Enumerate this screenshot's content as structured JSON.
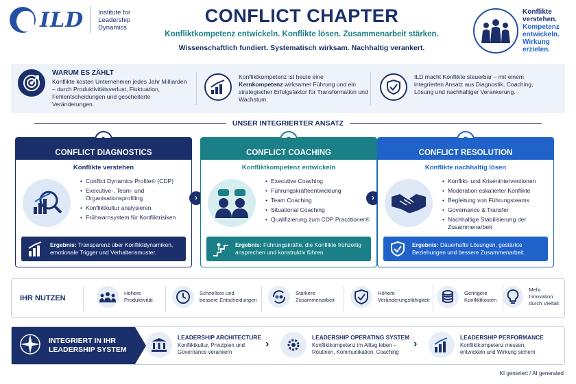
{
  "header": {
    "logo_text": "ILD",
    "institute": [
      "Institute for",
      "Leadership",
      "Dynamics"
    ],
    "title": "CONFLICT CHAPTER",
    "subtitle": "Konfliktkompetenz entwickeln. Konflikte lösen. Zusammenarbeit stärken.",
    "tagline": "Wissenschaftlich fundiert. Systematisch wirksam. Nachhaltig verankert.",
    "claim_dark": "Konflikte verstehen.",
    "claim_blue": "Kompetenz entwickeln. Wirkung erzielen."
  },
  "why": {
    "heading": "WARUM ES ZÄHLT",
    "col1": "Konflikte kosten Unternehmen jedes Jahr Milliarden – durch Produktivitätsverlust, Fluktuation, Fehlentscheidungen und gescheiterte Veränderungen.",
    "col2_pre": "Konfliktkompetenz ist heute eine ",
    "col2_bold": "Kernkompetenz",
    "col2_post": " wirksamer Führung und ein strategischer Erfolgsfaktor für Transformation und Wachstum.",
    "col3": "ILD macht Konflikte steuerbar – mit einem integrierten Ansatz aus Diagnostik, Coaching, Lösung und nachhaltiger Verankerung."
  },
  "section_title": "UNSER INTEGRIERTER ANSATZ",
  "cards": [
    {
      "num": "1",
      "title": "CONFLICT DIAGNOSTICS",
      "subtitle": "Konflikte verstehen",
      "items": [
        "Conflict Dynamics Profile® (CDP)",
        "Executive-, Team- und Organisationsprofiling",
        "Konfliktkultur analysieren",
        "Frühwarnsystem für Konfliktrisiken"
      ],
      "result_label": "Ergebnis:",
      "result_text": " Transparenz über Konfliktdynamiken, emotionale Trigger und Verhaltensmuster."
    },
    {
      "num": "2",
      "title": "CONFLICT COACHING",
      "subtitle": "Konfliktkompetenz entwickeln",
      "items": [
        "Executive Coaching",
        "Führungskräfteentwicklung",
        "Team Coaching",
        "Situational Coaching",
        "Qualifizierung zum CDP Practitioner®"
      ],
      "result_label": "Ergebnis:",
      "result_text": " Führungskräfte, die Konflikte frühzeitig ansprechen und konstruktiv führen."
    },
    {
      "num": "3",
      "title": "CONFLICT RESOLUTION",
      "subtitle": "Konflikte nachhaltig lösen",
      "items": [
        "Konflikt- und Kriseninterventionen",
        "Moderation eskalierter Konflikte",
        "Begleitung von Führungsteams",
        "Governance & Transfer",
        "Nachhaltige Stabilisierung der Zusammenarbeit"
      ],
      "result_label": "Ergebnis:",
      "result_text": " Dauerhafte Lösungen, gestärkte Beziehungen und bessere Zusammenarbeit."
    }
  ],
  "nutzen": {
    "label": "IHR NUTZEN",
    "items": [
      {
        "l1": "Höhere",
        "l2": "Produktivität",
        "icon": "team-icon"
      },
      {
        "l1": "Schnellere und",
        "l2": "bessere Entscheidungen",
        "icon": "clock-icon"
      },
      {
        "l1": "Stärkere",
        "l2": "Zusammenarbeit",
        "icon": "collaboration-icon"
      },
      {
        "l1": "Höhere",
        "l2": "Veränderungsfähigkeit",
        "icon": "shield-check-icon"
      },
      {
        "l1": "Geringere",
        "l2": "Konfliktkosten",
        "icon": "coins-icon"
      },
      {
        "l1": "Mehr Innovation",
        "l2": "durch Vielfalt",
        "icon": "lightbulb-icon"
      }
    ]
  },
  "integration": {
    "banner": [
      "INTEGRIERT IN IHR",
      "LEADERSHIP SYSTEM"
    ],
    "blocks": [
      {
        "title": "LEADERSHIP ARCHITECTURE",
        "l1": "Konfliktkultur, Prinzipien und",
        "l2": "Governance verankern",
        "icon": "institution-icon"
      },
      {
        "title": "LEADERSHIP OPERATING SYSTEM",
        "l1": "Konfliktkompetenz im Alltag leben –",
        "l2": "Routinen, Kommunikation, Coaching",
        "icon": "gear-icon"
      },
      {
        "title": "LEADERSHIP PERFORMANCE",
        "l1": "Konfliktkompetenz messen,",
        "l2": "entwickeln und Wirkung sichern",
        "icon": "growth-chart-icon"
      }
    ]
  },
  "footer": "KI generiert / AI generated",
  "colors": {
    "navy": "#1b2f6b",
    "teal": "#1a7f86",
    "blue": "#1f62c9"
  }
}
